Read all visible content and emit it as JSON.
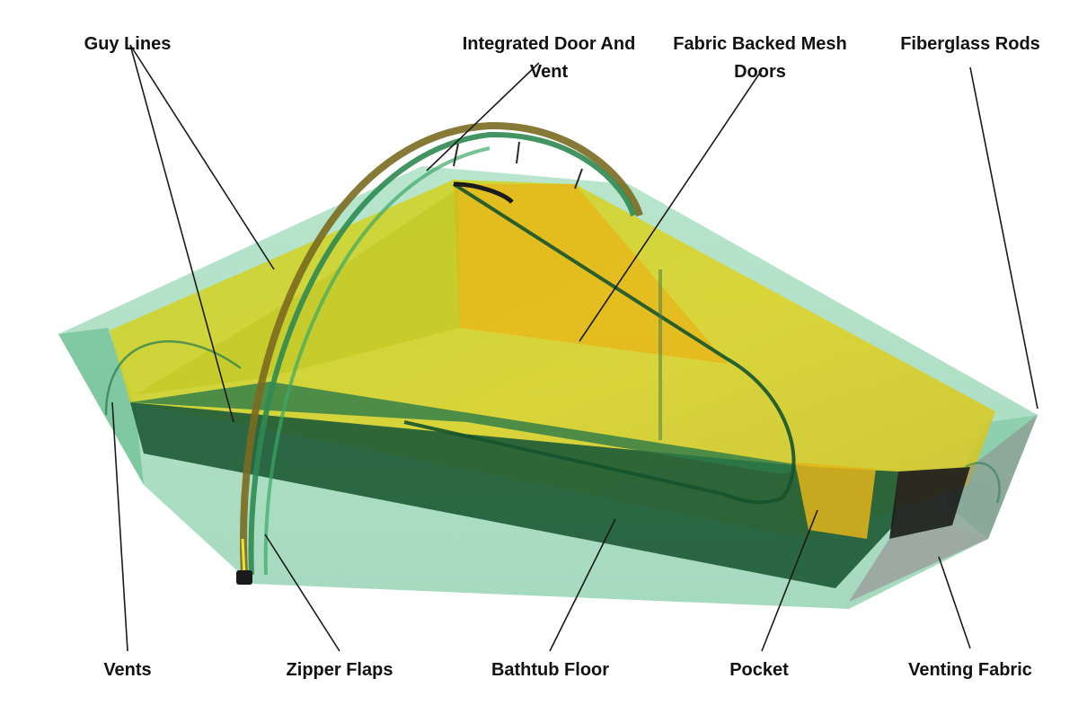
{
  "labels": {
    "guy_lines": "Guy Lines",
    "integrated_door_vent": "Integrated Door And Vent",
    "fabric_backed_mesh_doors": "Fabric Backed Mesh Doors",
    "fiberglass_rods": "Fiberglass Rods",
    "vents": "Vents",
    "zipper_flaps": "Zipper Flaps",
    "bathtub_floor": "Bathtub Floor",
    "pocket": "Pocket",
    "venting_fabric": "Venting Fabric"
  },
  "colors": {
    "fly_green": "#6cc89a",
    "inner_yellow": "#d8d420",
    "floor_green": "#1f5c38",
    "pole_green": "#2e8a52",
    "venting_grey": "#9a9a9a",
    "leader_line": "#1a1a1a"
  }
}
